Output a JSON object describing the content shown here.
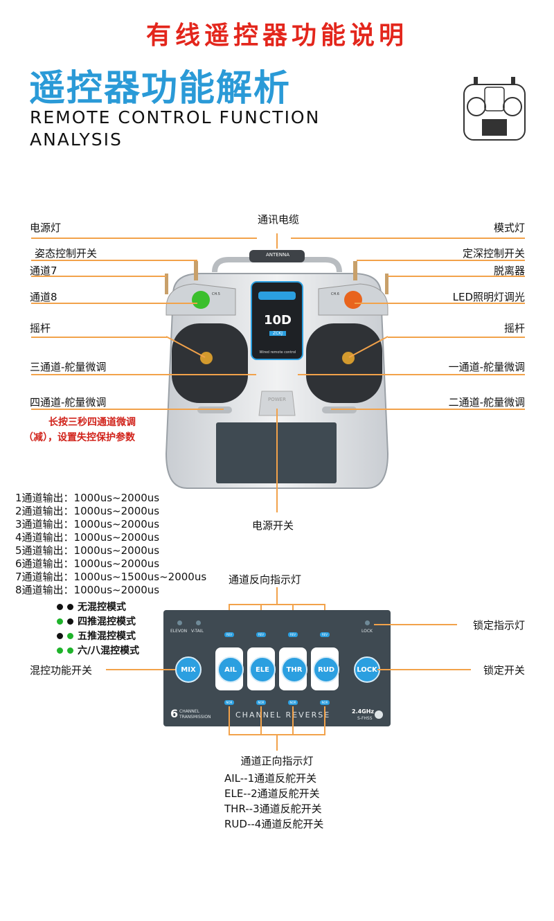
{
  "header": {
    "top_title": "有线遥控器功能说明",
    "title": "遥控器功能解析",
    "subtitle_line1": "REMOTE CONTROL FUNCTION",
    "subtitle_line2": "ANALYSIS"
  },
  "device": {
    "screen_model": "10D",
    "screen_brand": "ZCKJ",
    "screen_caption": "Wired remote control",
    "antenna_label": "ANTENNA",
    "power_label": "POWER",
    "channel_count": "6",
    "channel_word": "CHANNEL",
    "transmission_word": "TRANSMISSION",
    "channel_reverse": "CHANNEL REVERSE",
    "freq": "2.4GHz",
    "fhss": "S-FHSS",
    "elevon": "ELEVON",
    "vtail": "V-TAIL",
    "lock_small": "LOCK",
    "ch5": "CH.5",
    "ch6": "CH.6",
    "mix": "MIX",
    "lock": "LOCK",
    "ail": "AIL",
    "ele": "ELE",
    "thr": "THR",
    "rud": "RUD",
    "rev": "REV",
    "nor": "NOR"
  },
  "labels": {
    "comm_cable": "通讯电缆",
    "power_light": "电源灯",
    "attitude_switch": "姿态控制开关",
    "channel7": "通道7",
    "channel8": "通道8",
    "stick_left": "摇杆",
    "trim_ch3": "三通道-舵量微调",
    "trim_ch4": "四通道-舵量微调",
    "mode_light": "模式灯",
    "depth_switch": "定深控制开关",
    "release": "脱离器",
    "led_dimmer": "LED照明灯调光",
    "stick_right": "摇杆",
    "trim_ch1": "一通道-舵量微调",
    "trim_ch2": "二通道-舵量微调",
    "failsafe_line1": "长按三秒四通道微调",
    "failsafe_line2": "（减），设置失控保护参数",
    "power_switch": "电源开关",
    "reverse_indicator": "通道反向指示灯",
    "lock_indicator": "锁定指示灯",
    "mix_switch": "混控功能开关",
    "lock_switch": "锁定开关",
    "forward_indicator": "通道正向指示灯"
  },
  "channel_outputs": [
    "1通道输出：1000us~2000us",
    "2通道输出：1000us~2000us",
    "3通道输出：1000us~2000us",
    "4通道输出：1000us~2000us",
    "5通道输出：1000us~2000us",
    "6通道输出：1000us~2000us",
    "7通道输出：1000us~1500us~2000us",
    "8通道输出：1000us~2000us"
  ],
  "mix_modes": [
    {
      "label": "无混控模式",
      "dots": [
        "#111111",
        "#111111"
      ]
    },
    {
      "label": "四推混控模式",
      "dots": [
        "#1fb32b",
        "#111111"
      ]
    },
    {
      "label": "五推混控模式",
      "dots": [
        "#111111",
        "#1fb32b"
      ]
    },
    {
      "label": "六/八混控模式",
      "dots": [
        "#1fb32b",
        "#1fb32b"
      ]
    }
  ],
  "reverse_switches": [
    "AIL--1通道反舵开关",
    "ELE--2通道反舵开关",
    "THR--3通道反舵开关",
    "RUD--4通道反舵开关"
  ],
  "colors": {
    "accent_blue": "#2a9ad7",
    "title_red": "#e3261c",
    "leader_orange": "#f2a24a",
    "left_knob_green": "#3bbf2c",
    "right_knob_orange": "#e8641d"
  }
}
